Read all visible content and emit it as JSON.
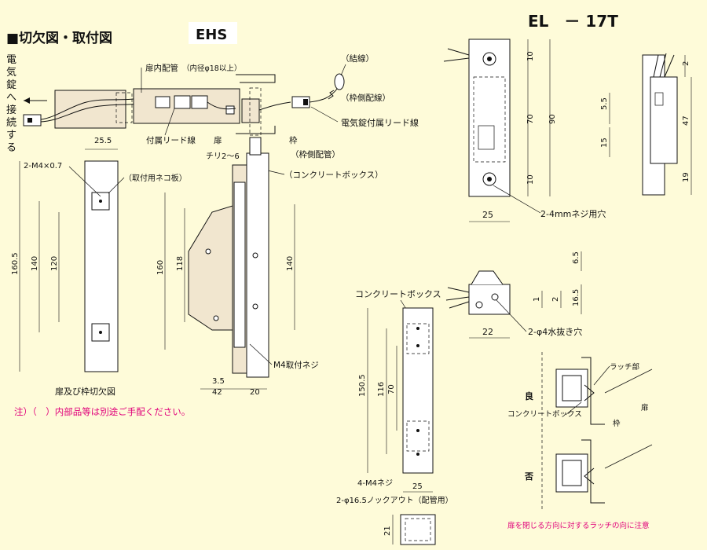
{
  "header": {
    "section_title": "■切欠図・取付図",
    "model_ehs": "EHS",
    "model_el": "EL　－ 17T"
  },
  "left": {
    "vertical_note": [
      "電",
      "気",
      "錠",
      "へ",
      "接",
      "続",
      "す",
      "る"
    ],
    "labels": {
      "door_pipe": "扉内配管",
      "door_pipe_note": "（内径φ18以上）",
      "wiring": "（結線）",
      "frame_pipe": "（枠側配線）",
      "lead_wire": "電気錠付属リード線",
      "attached_lead": "付属リード線",
      "door": "扉",
      "frame": "枠",
      "frame_pipe2": "（枠側配管）",
      "clearance": "チリ2～6",
      "concrete_box": "（コンクリートボックス）",
      "plate": "（取付用ネコ板）",
      "m4_screw": "M4取付ネジ",
      "m4_holes": "2-M4×0.7",
      "caption": "扉及び枠切欠図"
    },
    "dims": {
      "w255": "25.5",
      "h1605": "160.5",
      "h140": "140",
      "h120": "120",
      "h160": "160",
      "h118": "118",
      "h140b": "140",
      "d35": "3.5",
      "d42": "42",
      "d20": "20"
    },
    "note": "注）（　）内部品等は別途ご手配ください。"
  },
  "center": {
    "title": "コンクリートボックス",
    "dims": {
      "h1505": "150.5",
      "h116": "116",
      "h70": "70",
      "w25": "25",
      "h21": "21"
    },
    "screws": "4-M4ネジ",
    "knockout": "2-φ16.5ノックアウト（配管用）"
  },
  "right": {
    "dims_front": {
      "d10a": "10",
      "d70": "70",
      "d90": "90",
      "d10b": "10",
      "w25": "25"
    },
    "screw_holes": "2-4mmネジ用穴",
    "dims_side": {
      "d2": "2",
      "d55": "5.5",
      "d15": "15",
      "d47": "47",
      "d19": "19"
    },
    "dims_top": {
      "d65": "6.5",
      "d1": "1",
      "d2": "2",
      "d165": "16.5",
      "w22": "22"
    },
    "drain": "2-φ4水抜き穴",
    "good": "良",
    "bad": "否",
    "latch": "ラッチ部",
    "door": "扉",
    "box": "コンクリートボックス",
    "frame": "枠",
    "note_red": "扉を閉じる方向に対するラッチの向に注意"
  }
}
